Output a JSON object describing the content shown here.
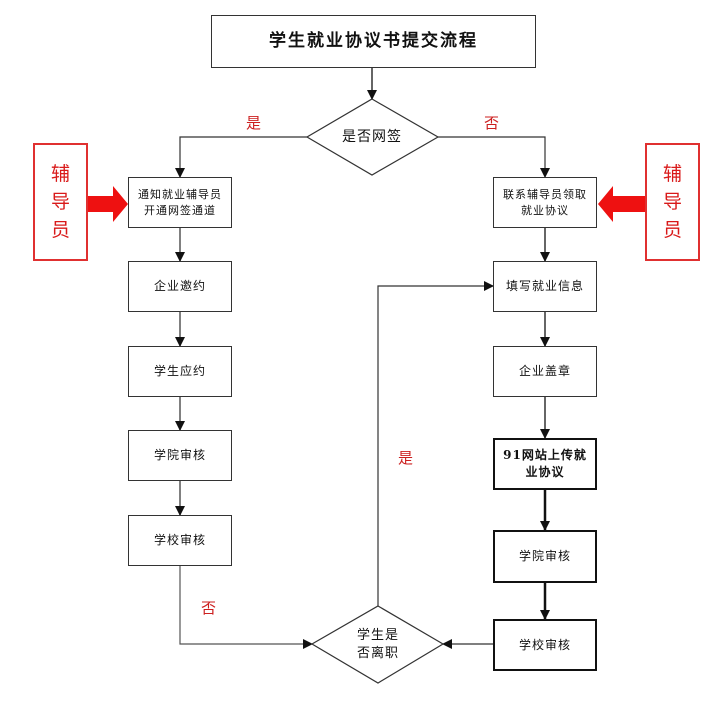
{
  "title": "学生就业协议书提交流程",
  "decision_online_sign": {
    "text": "是否网签",
    "yes_label": "是",
    "no_label": "否"
  },
  "left_branch": {
    "steps": [
      "通知就业辅导员开通网签通道",
      "企业邀约",
      "学生应约",
      "学院审核",
      "学校审核"
    ],
    "no_label": "否"
  },
  "right_branch": {
    "steps": [
      "联系辅导员领取就业协议",
      "填写就业信息",
      "企业盖章",
      "91网站上传就业协议",
      "学院审核",
      "学校审核"
    ]
  },
  "decision_leave": {
    "line1": "学生是",
    "line2": "否离职",
    "yes_label": "是"
  },
  "counselor": {
    "left": [
      "辅",
      "导",
      "员"
    ],
    "right": [
      "辅",
      "导",
      "员"
    ]
  },
  "colors": {
    "accent_red": "#e8141a",
    "label_red": "#cc1f1f",
    "line": "#333333"
  }
}
